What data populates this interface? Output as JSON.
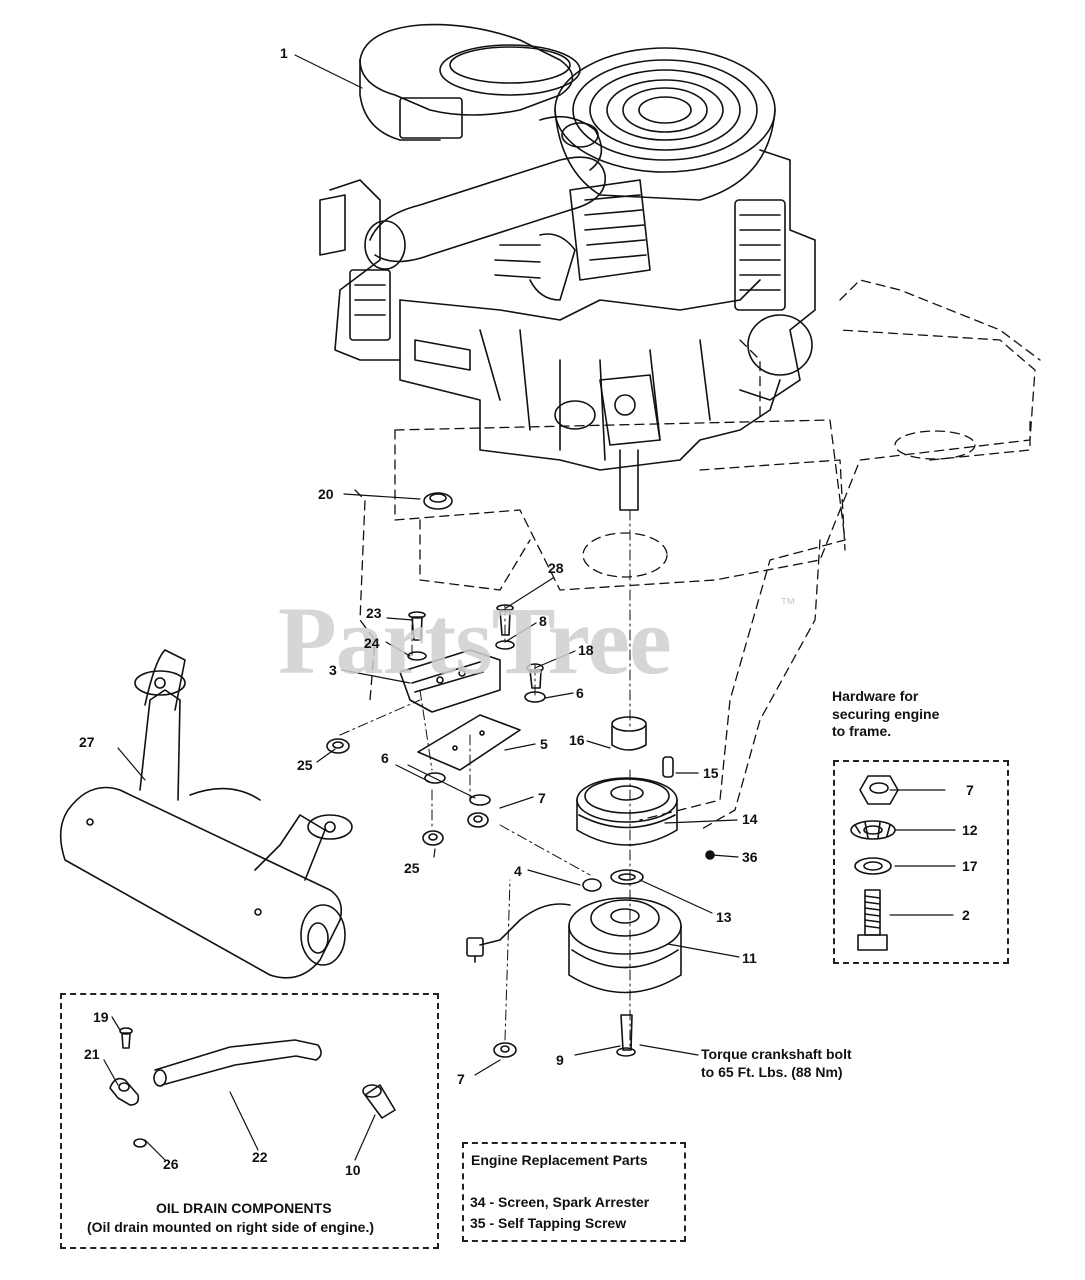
{
  "watermark": {
    "brand": "PartsTree",
    "mark": "™"
  },
  "labels": {
    "l1": "1",
    "l20": "20",
    "l28": "28",
    "l23": "23",
    "l8": "8",
    "l24": "24",
    "l18": "18",
    "l3": "3",
    "l6a": "6",
    "l25a": "25",
    "l5": "5",
    "l16": "16",
    "l15": "15",
    "l27": "27",
    "l6b": "6",
    "l7a": "7",
    "l14": "14",
    "l36": "36",
    "l25b": "25",
    "l4": "4",
    "l13": "13",
    "l11": "11",
    "l9": "9",
    "l7b": "7",
    "l19": "19",
    "l21": "21",
    "l22": "22",
    "l10": "10",
    "l26": "26",
    "h7": "7",
    "h12": "12",
    "h17": "17",
    "h2": "2"
  },
  "hardware_note": {
    "line1": "Hardware for",
    "line2": "securing engine",
    "line3": "to frame."
  },
  "torque_note": {
    "line1": "Torque crankshaft bolt",
    "line2": "to 65 Ft. Lbs. (88 Nm)"
  },
  "oil_drain": {
    "title": "OIL DRAIN COMPONENTS",
    "subtitle": "(Oil drain mounted on right side of engine.)"
  },
  "replacement": {
    "title": "Engine Replacement Parts",
    "item1": "34 - Screen, Spark Arrester",
    "item2": "35 - Self Tapping Screw"
  }
}
